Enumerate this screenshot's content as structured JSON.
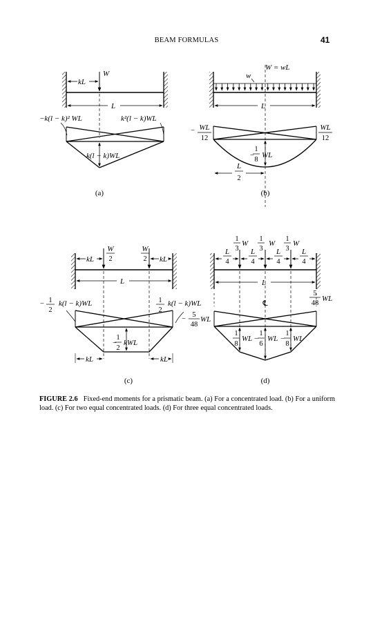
{
  "header": {
    "title": "BEAM FORMULAS",
    "page_number": "41"
  },
  "panels": {
    "a": {
      "sublabel": "(a)",
      "load": "W",
      "span_kL": "kL",
      "span_L": "L",
      "moment_left": "−k(l − k)² WL",
      "moment_right": "k²(l − k)WL",
      "midspan": "k(l − k)WL"
    },
    "b": {
      "sublabel": "(b)",
      "load_total": "W = wL",
      "load_w": "w",
      "span_L": "L",
      "end_moment": "WL",
      "end_den": "12",
      "neg_sign": "−",
      "mid_num": "1",
      "mid_den": "8",
      "mid_tail": "WL",
      "half_L": "L",
      "half_den": "2"
    },
    "c": {
      "sublabel": "(c)",
      "load": "W",
      "load_den": "2",
      "span_kL": "kL",
      "span_L": "L",
      "frac_1": "1",
      "frac_2": "2",
      "moment_tail": "k(l − k)WL",
      "neg_sign": "−",
      "five": "5",
      "fortyeight": "48",
      "wl": "WL",
      "mid_tail": "kWL"
    },
    "d": {
      "sublabel": "(d)",
      "one": "1",
      "three": "3",
      "load": "W",
      "quarter_L": "L",
      "four": "4",
      "span_L": "L",
      "centerline": "℄",
      "five": "5",
      "fortyeight": "48",
      "wl": "WL",
      "eight": "8",
      "six": "6",
      "neg_sign": "−"
    }
  },
  "caption": {
    "label": "FIGURE 2.6",
    "text": "Fixed-end moments for a prismatic beam. (a) For a concentrated load. (b) For a uniform load. (c) For two equal concentrated loads. (d) For three equal concentrated loads."
  }
}
